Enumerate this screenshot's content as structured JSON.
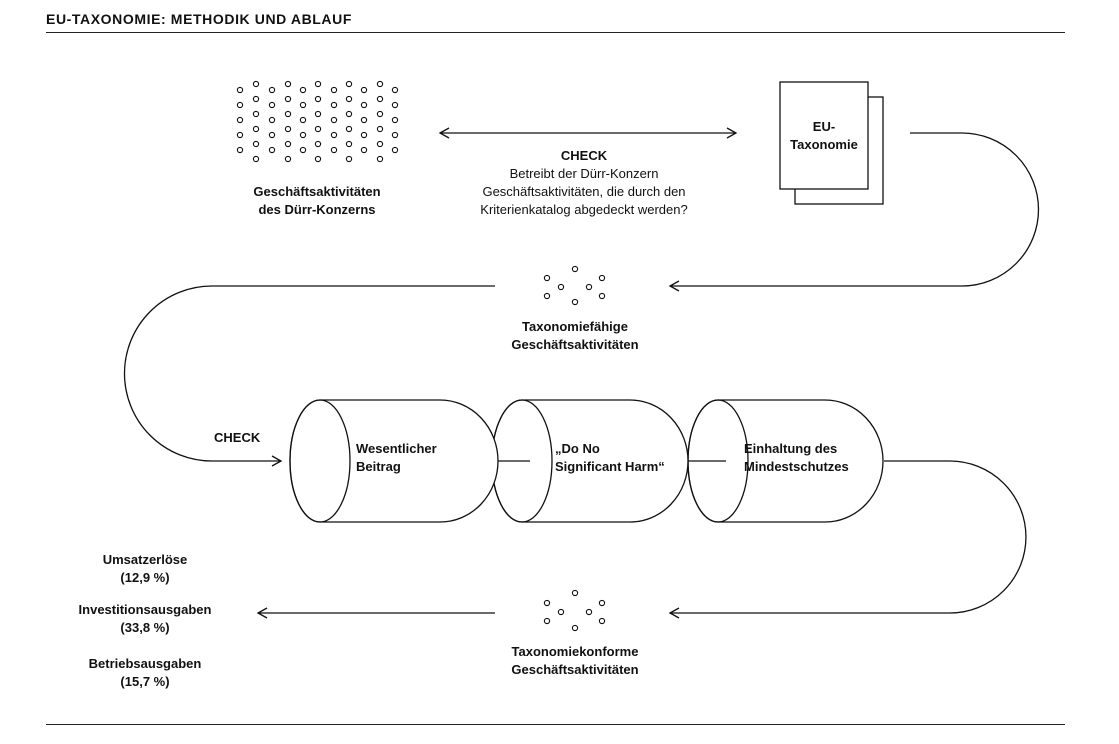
{
  "header": {
    "title": "EU-TAXONOMIE: METHODIK UND ABLAUF"
  },
  "source": {
    "label_line1": "Geschäftsaktivitäten",
    "label_line2": "des Dürr-Konzerns"
  },
  "taxonomy_doc": {
    "line1": "EU-",
    "line2": "Taxonomie"
  },
  "check_top": {
    "title": "CHECK",
    "line1": "Betreibt der Dürr-Konzern",
    "line2": "Geschäftsaktivitäten, die durch den",
    "line3": "Kriterienkatalog abgedeckt werden?"
  },
  "eligible": {
    "line1": "Taxonomiefähige",
    "line2": "Geschäftsaktivitäten"
  },
  "check_mid": {
    "title": "CHECK"
  },
  "cylinders": [
    {
      "line1": "Wesentlicher",
      "line2": "Beitrag"
    },
    {
      "line1": "„Do No",
      "line2": "Significant Harm“"
    },
    {
      "line1": "Einhaltung des",
      "line2": "Mindestschutzes"
    }
  ],
  "aligned": {
    "line1": "Taxonomiekonforme",
    "line2": "Geschäftsaktivitäten"
  },
  "results": [
    {
      "label": "Umsatzerlöse",
      "value": "(12,9 %)"
    },
    {
      "label": "Investitionsausgaben",
      "value": "(33,8 %)"
    },
    {
      "label": "Betriebsausgaben",
      "value": "(15,7 %)"
    }
  ]
}
